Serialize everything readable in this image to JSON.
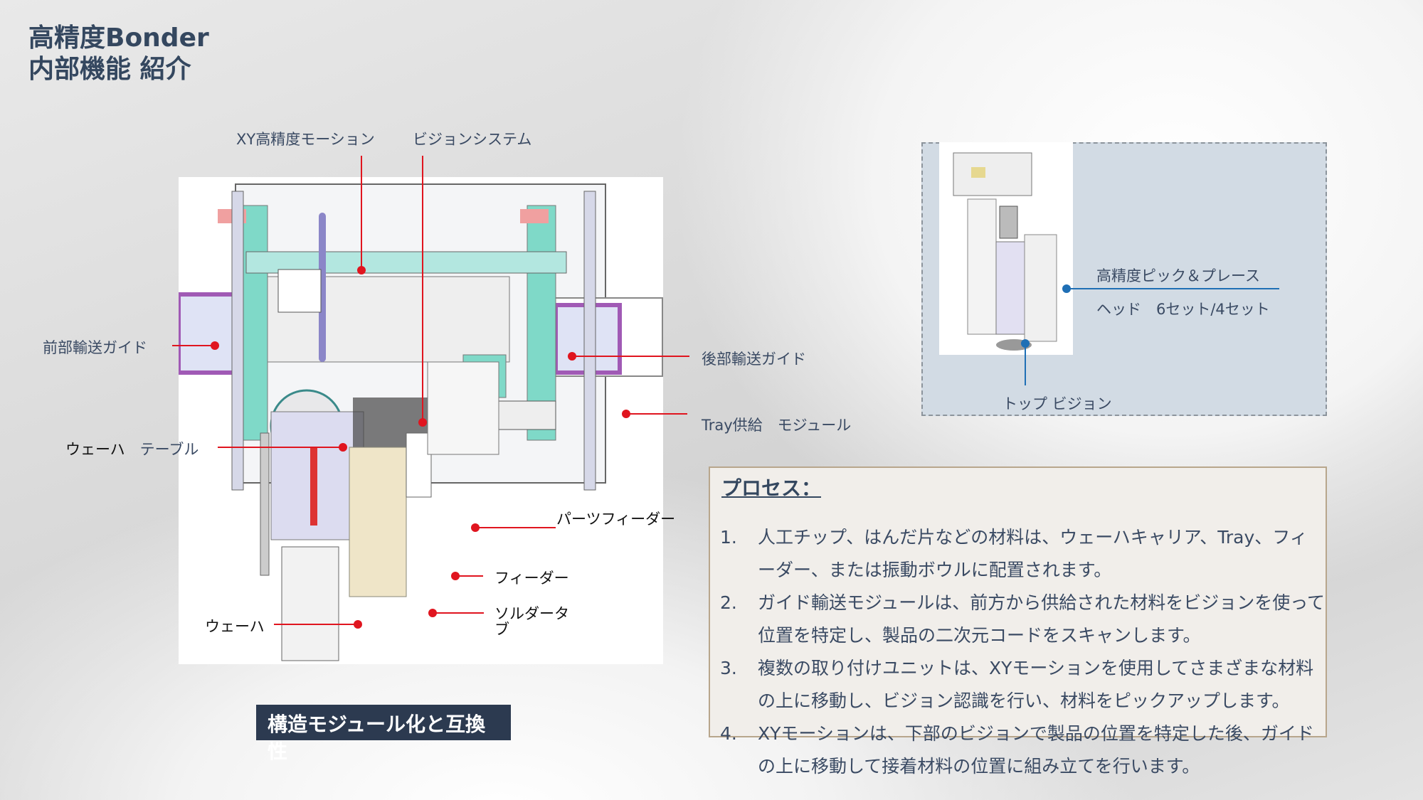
{
  "title": {
    "line1": "高精度Bonder",
    "line2": "内部機能 紹介"
  },
  "diagram_labels": {
    "xy_motion": "XY高精度モーション",
    "vision_system": "ビジョンシステム",
    "front_guide": "前部輸送ガイド",
    "rear_guide": "後部輸送ガイド",
    "tray_module": "Tray供給　モジュール",
    "wafer_table_a": "ウェーハ",
    "wafer_table_b": "テーブル",
    "parts_feeder": "パーツフィーダー",
    "feeder": "フィーダー",
    "solder_tab_1": "ソルダータ",
    "solder_tab_2": "ブ",
    "wafer": "ウェーハ"
  },
  "head_panel": {
    "pick_place": "高精度ピック＆プレース",
    "head_sets": "ヘッド　6セット/4セット",
    "top_vision": "トップ ビジョン"
  },
  "process": {
    "title": "プロセス：",
    "items": [
      {
        "n": "1.",
        "t": "人工チップ、はんだ片などの材料は、ウェーハキャリア、Tray、フィーダー、または振動ボウルに配置されます。"
      },
      {
        "n": "2.",
        "t": "ガイド輸送モジュールは、前方から供給された材料をビジョンを使って位置を特定し、製品の二次元コードをスキャンします。"
      },
      {
        "n": "3.",
        "t": "複数の取り付けユニットは、XYモーションを使用してさまざまな材料の上に移動し、ビジョン認識を行い、材料をピックアップします。"
      },
      {
        "n": "4.",
        "t": "XYモーションは、下部のビジョンで製品の位置を特定した後、ガイドの上に移動して接着材料の位置に組み立てを行います。"
      }
    ]
  },
  "banner": "構造モジュール化と互換性",
  "colors": {
    "callout": "#e0151f",
    "blue_callout": "#1f6fb5",
    "title": "#34475f",
    "banner": "#2c3a50"
  }
}
